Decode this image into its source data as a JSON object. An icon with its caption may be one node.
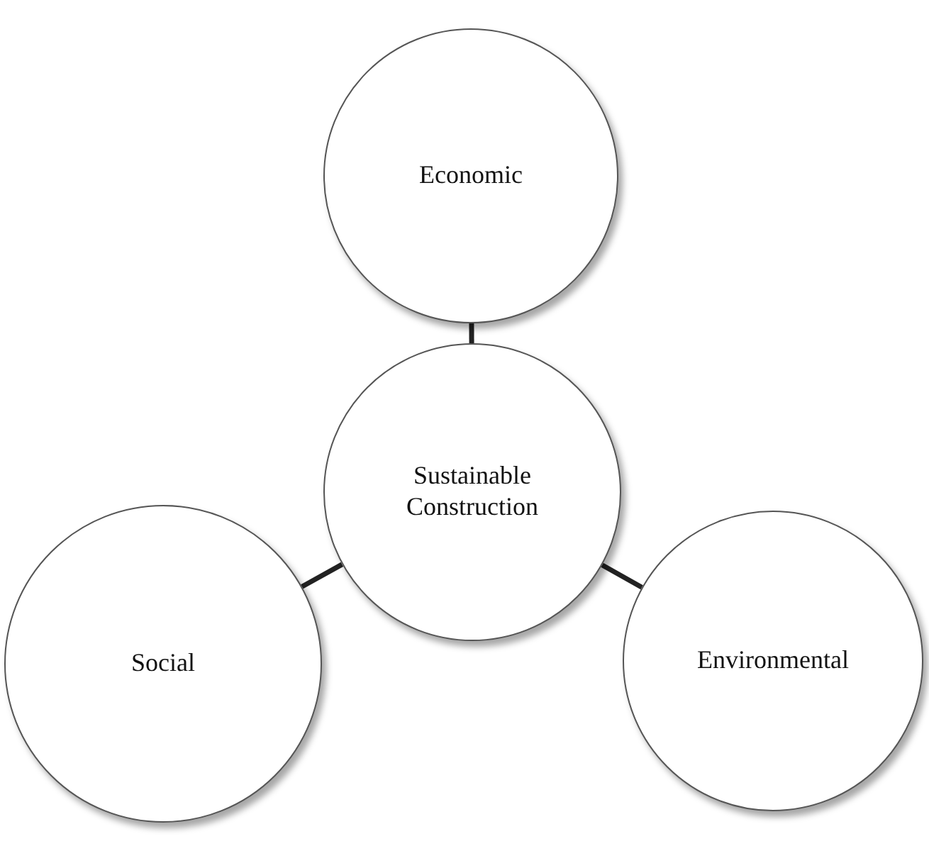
{
  "diagram": {
    "nodes": [
      {
        "text": [
          "Economic"
        ]
      },
      {
        "text": [
          "Sustainable Construction"
        ]
      },
      {
        "text": [
          "Social"
        ]
      },
      {
        "text": [
          "Environmental"
        ]
      }
    ],
    "edges": [
      {
        "from": 1,
        "to": 0,
        "arrow": "none"
      },
      {
        "from": 1,
        "to": 2,
        "arrow": "none"
      },
      {
        "from": 1,
        "to": 3,
        "arrow": "none"
      }
    ]
  }
}
